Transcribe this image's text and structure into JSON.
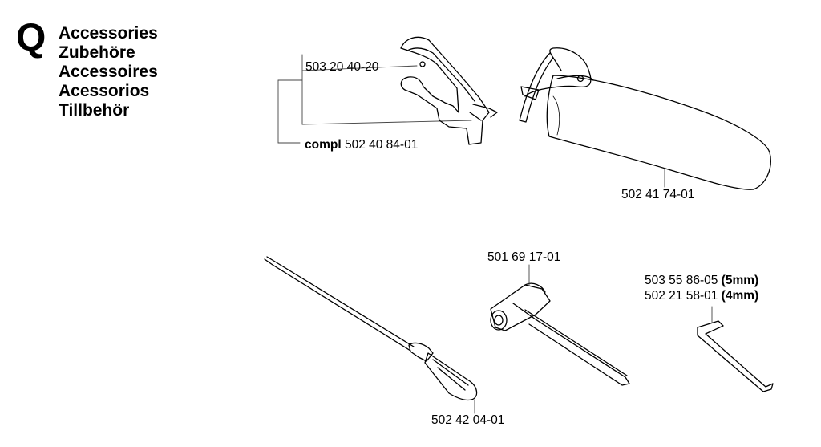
{
  "section": {
    "letter": "Q",
    "titles": [
      "Accessories",
      "Zubehöre",
      "Accessoires",
      "Acessorios",
      "Tillbehör"
    ]
  },
  "parts": {
    "guard_plate": "503 20 40-20",
    "compl_prefix": "compl",
    "guard_compl": "502 40 84-01",
    "bag": "502 41 74-01",
    "combi_wrench": "501 69 17-01",
    "hex_key_5_number": "503 55 86-05",
    "hex_key_5_size": "(5mm)",
    "hex_key_4_number": "502 21 58-01",
    "hex_key_4_size": "(4mm)",
    "screwdriver": "502 42 04-01"
  }
}
